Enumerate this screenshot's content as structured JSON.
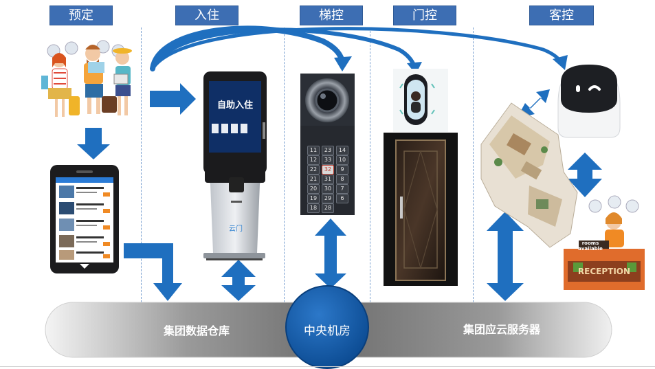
{
  "tabs": [
    "预定",
    "入住",
    "梯控",
    "门控",
    "客控"
  ],
  "kiosk": {
    "heading": "自助入住",
    "brand": "云门"
  },
  "elevator_buttons": [
    "11",
    "23",
    "14",
    "12",
    "33",
    "10",
    "22",
    "32",
    "9",
    "21",
    "31",
    "8",
    "20",
    "30",
    "7",
    "19",
    "29",
    "6",
    "18",
    "28"
  ],
  "elevator_highlight": "32",
  "reception": {
    "sign_top": "rooms available",
    "desk": "RECEPTION"
  },
  "bottom": {
    "left_label": "集团数据仓库",
    "center_label": "中央机房",
    "right_label": "集团应云服务器"
  },
  "colors": {
    "tab_blue": "#3d6eb3",
    "arrow_blue": "#1f6fbf",
    "capsule_gray": "#8a8a8a",
    "center_circle": "#0e57a6"
  }
}
